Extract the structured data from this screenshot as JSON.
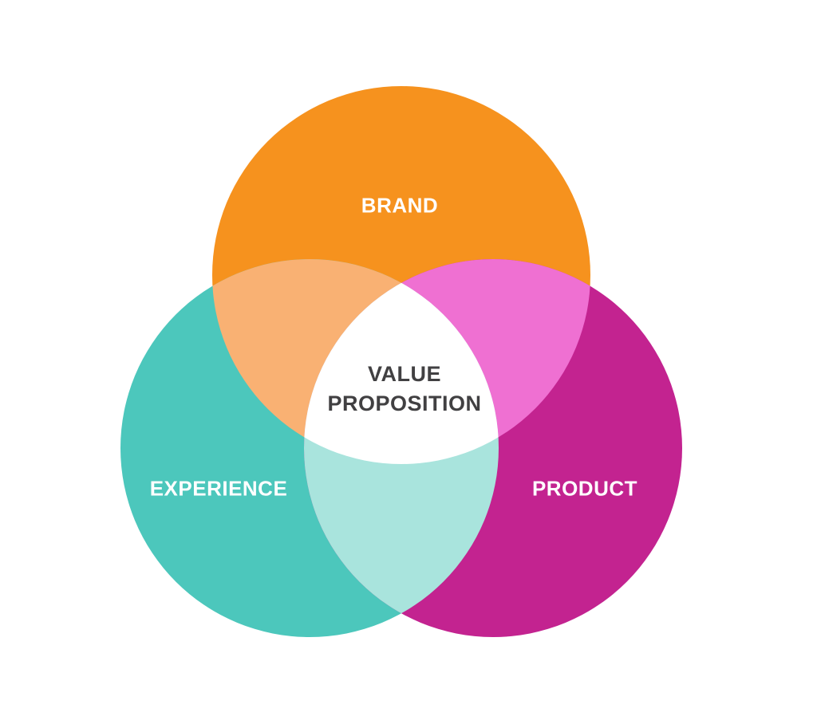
{
  "diagram": {
    "type": "venn-3-circle",
    "background": "#FFFFFF",
    "circles": [
      {
        "id": "brand",
        "label": "BRAND",
        "color": "#F6921E"
      },
      {
        "id": "experience",
        "label": "EXPERIENCE",
        "color": "#4CC7BC"
      },
      {
        "id": "product",
        "label": "PRODUCT",
        "color": "#C32390"
      }
    ],
    "overlaps": {
      "brand_experience": "#F9B173",
      "brand_product": "#EF70D2",
      "experience_product": "#A9E4DD",
      "center": "#FFFFFF"
    },
    "center_label": {
      "line1": "VALUE",
      "line2": "PROPOSITION",
      "color": "#414042"
    },
    "label_color": "#FFFFFF"
  }
}
